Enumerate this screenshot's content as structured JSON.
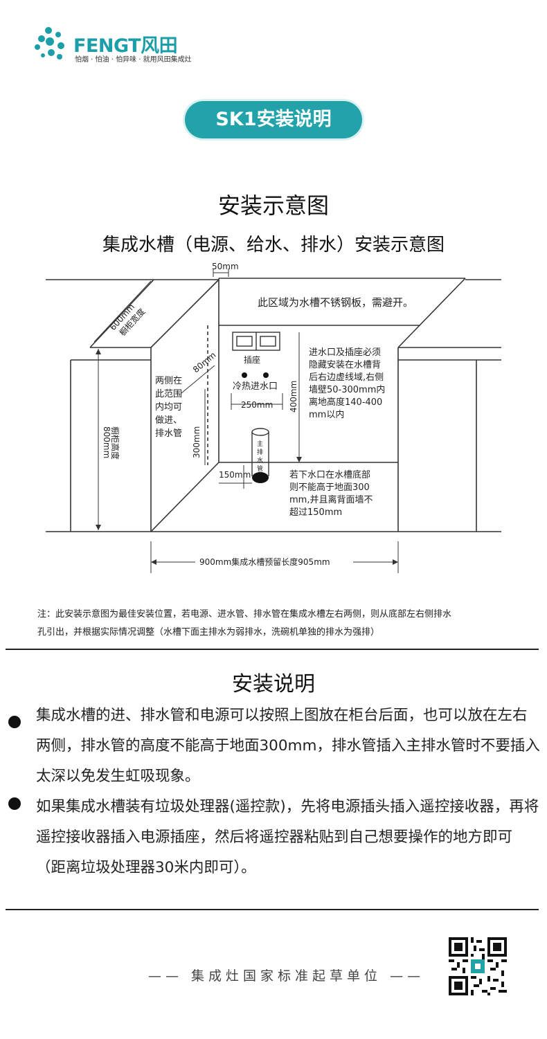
{
  "header": {
    "brand": "FENGT风田",
    "slogan": "怕烟 · 怕油 · 怕异味 · 就用风田集成灶",
    "accent_color": "#22a3aa"
  },
  "badge": {
    "label": "SK1安装说明"
  },
  "diagram": {
    "title": "安装示意图",
    "subtitle": "集成水槽（电源、给水、排水）安装示意图",
    "labels": {
      "top_gap": "50mm",
      "steel_area": "此区域为水槽不锈钢板，需避开。",
      "depth_value": "600mm",
      "depth_label": "橱柜宽度",
      "offset": "80mm",
      "socket": "插座",
      "inlet": "冷热进水口",
      "inlet_width": "250mm",
      "height_400": "400mm",
      "right_note": [
        "进水口及插座必须",
        "隐藏安装在水槽背",
        "后右边虚线域,右侧",
        "墙壁50-300mm内",
        "离地高度140-400",
        "mm以内"
      ],
      "side_note": [
        "两侧在",
        "此范围",
        "内均可",
        "做进、",
        "排水管"
      ],
      "height_300": "300mm",
      "cabinet_height_value": "800mm",
      "cabinet_height_label": "橱柜高度",
      "pipe_gap": "150mm",
      "pipe_label": [
        "主",
        "排",
        "水",
        "管"
      ],
      "drain_note": [
        "若下水口在水槽底部",
        "则不能高于地面300",
        "mm,并且离背面墙不",
        "超过150mm"
      ],
      "width_note": "900mm集成水槽预留长度905mm"
    }
  },
  "note": {
    "line1": "注：此安装示意图为最佳安装位置，若电源、进水管、排水管在集成水槽左右两侧，则从底部左右侧排水",
    "line2": "孔引出，并根据实际情况调整（水槽下面主排水为弱排水，洗碗机单独的排水为强排）"
  },
  "instructions": {
    "title": "安装说明",
    "items": [
      {
        "text": "集成水槽的进、排水管和电源可以按照上图放在柜台后面，也可以放在左右两侧，排水管的高度不能高于地面300mm，排水管插入主排水管时不要插入太深以免发生虹吸现象。"
      },
      {
        "text": "如果集成水槽装有垃圾处理器(遥控款)，先将电源插头插入遥控接收器，再将遥控接收器插入电源插座，然后将遥控器粘贴到自己想要操作的地方即可（距离垃圾处理器30米内即可）。"
      }
    ]
  },
  "footer": {
    "text": "—— 集成灶国家标准起草单位 ——"
  }
}
